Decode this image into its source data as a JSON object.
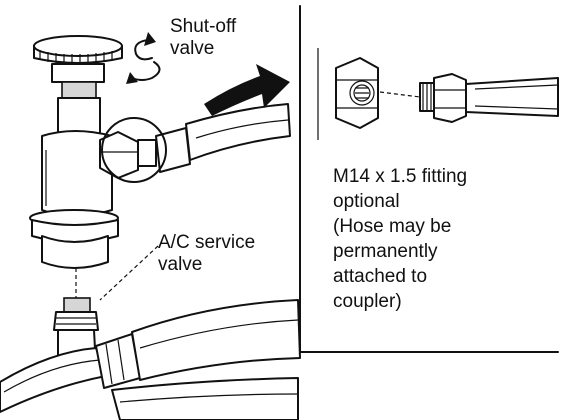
{
  "labels": {
    "shutoff_line1": "Shut-off",
    "shutoff_line2": "valve",
    "service_line1": "A/C service",
    "service_line2": "valve",
    "fitting_note": [
      "M14 x 1.5 fitting",
      "optional",
      "(Hose may be",
      "permanently",
      "attached to",
      "coupler)"
    ]
  },
  "icons": {
    "rotation": "rotate-arrows-icon",
    "pointer": "callout-arrow-icon"
  },
  "colors": {
    "ink": "#111111",
    "paper": "#ffffff",
    "shade": "#d6d6d6"
  }
}
